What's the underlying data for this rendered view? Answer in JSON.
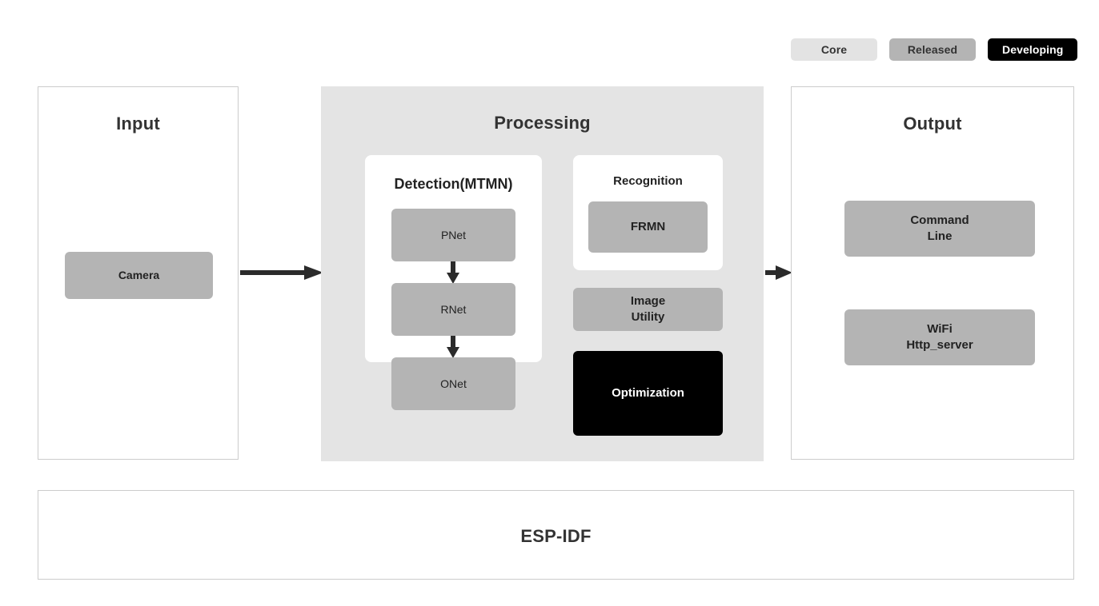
{
  "legend": {
    "items": [
      {
        "label": "Core",
        "color": "#e3e3e3",
        "text_color": "#333333"
      },
      {
        "label": "Released",
        "color": "#b4b4b4",
        "text_color": "#333333"
      },
      {
        "label": "Developing",
        "color": "#000000",
        "text_color": "#ffffff"
      }
    ]
  },
  "panels": {
    "input": {
      "title": "Input",
      "nodes": [
        {
          "label": "Camera",
          "status": "Released"
        }
      ]
    },
    "processing": {
      "title": "Processing",
      "detection": {
        "title": "Detection(MTMN)",
        "nodes": [
          {
            "label": "PNet",
            "status": "Released"
          },
          {
            "label": "RNet",
            "status": "Released"
          },
          {
            "label": "ONet",
            "status": "Released"
          }
        ]
      },
      "recognition": {
        "title": "Recognition",
        "nodes": [
          {
            "label": "FRMN",
            "status": "Released"
          }
        ]
      },
      "extra_nodes": [
        {
          "label": "Image\nUtility",
          "status": "Released"
        },
        {
          "label": "Optimization",
          "status": "Developing"
        }
      ]
    },
    "output": {
      "title": "Output",
      "nodes": [
        {
          "label": "Command\nLine",
          "status": "Released"
        },
        {
          "label": "WiFi\nHttp_server",
          "status": "Released"
        }
      ]
    },
    "foundation": {
      "title": "ESP-IDF"
    }
  },
  "connectors": {
    "input_to_processing": "arrow-right",
    "processing_to_output": "arrow-right",
    "pnet_to_rnet": "arrow-down",
    "rnet_to_onet": "arrow-down"
  },
  "colors": {
    "core": "#e3e3e3",
    "released": "#b4b4b4",
    "developing": "#000000",
    "panel_border": "#cccccc",
    "panel_fill": "#e4e4e4",
    "title_text": "#333333",
    "arrow": "#2b2b2b"
  }
}
